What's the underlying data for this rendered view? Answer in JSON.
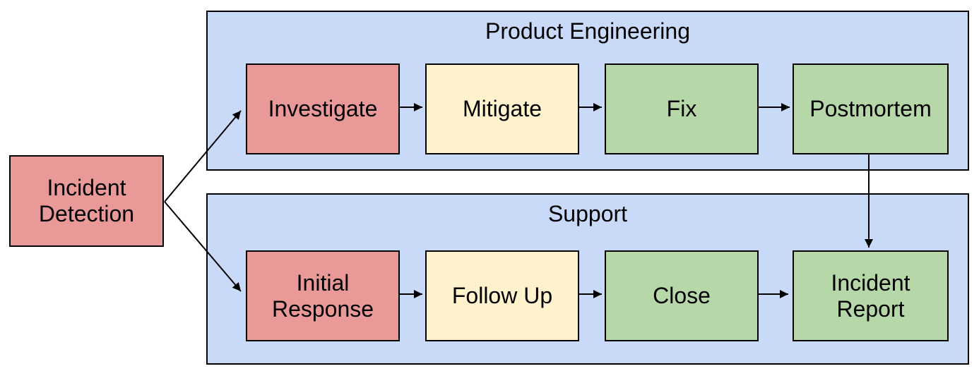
{
  "palette": {
    "background": "#ffffff",
    "lane_fill": "#c9daf8",
    "box_red": "#ea9999",
    "box_yellow": "#fff2cc",
    "box_green": "#b6d7a8",
    "border": "#000000",
    "arrow": "#000000",
    "text": "#000000"
  },
  "start": {
    "label": "Incident Detection",
    "status": "red"
  },
  "lanes": [
    {
      "title": "Product Engineering",
      "steps": [
        {
          "label": "Investigate",
          "status": "red"
        },
        {
          "label": "Mitigate",
          "status": "yellow"
        },
        {
          "label": "Fix",
          "status": "green"
        },
        {
          "label": "Postmortem",
          "status": "green"
        }
      ]
    },
    {
      "title": "Support",
      "steps": [
        {
          "label": "Initial Response",
          "status": "red"
        },
        {
          "label": "Follow Up",
          "status": "yellow"
        },
        {
          "label": "Close",
          "status": "green"
        },
        {
          "label": "Incident Report",
          "status": "green"
        }
      ]
    }
  ],
  "edges": [
    {
      "from": "Incident Detection",
      "to": "Investigate"
    },
    {
      "from": "Incident Detection",
      "to": "Initial Response"
    },
    {
      "from": "Investigate",
      "to": "Mitigate"
    },
    {
      "from": "Mitigate",
      "to": "Fix"
    },
    {
      "from": "Fix",
      "to": "Postmortem"
    },
    {
      "from": "Postmortem",
      "to": "Incident Report"
    },
    {
      "from": "Initial Response",
      "to": "Follow Up"
    },
    {
      "from": "Follow Up",
      "to": "Close"
    },
    {
      "from": "Close",
      "to": "Incident Report"
    }
  ]
}
